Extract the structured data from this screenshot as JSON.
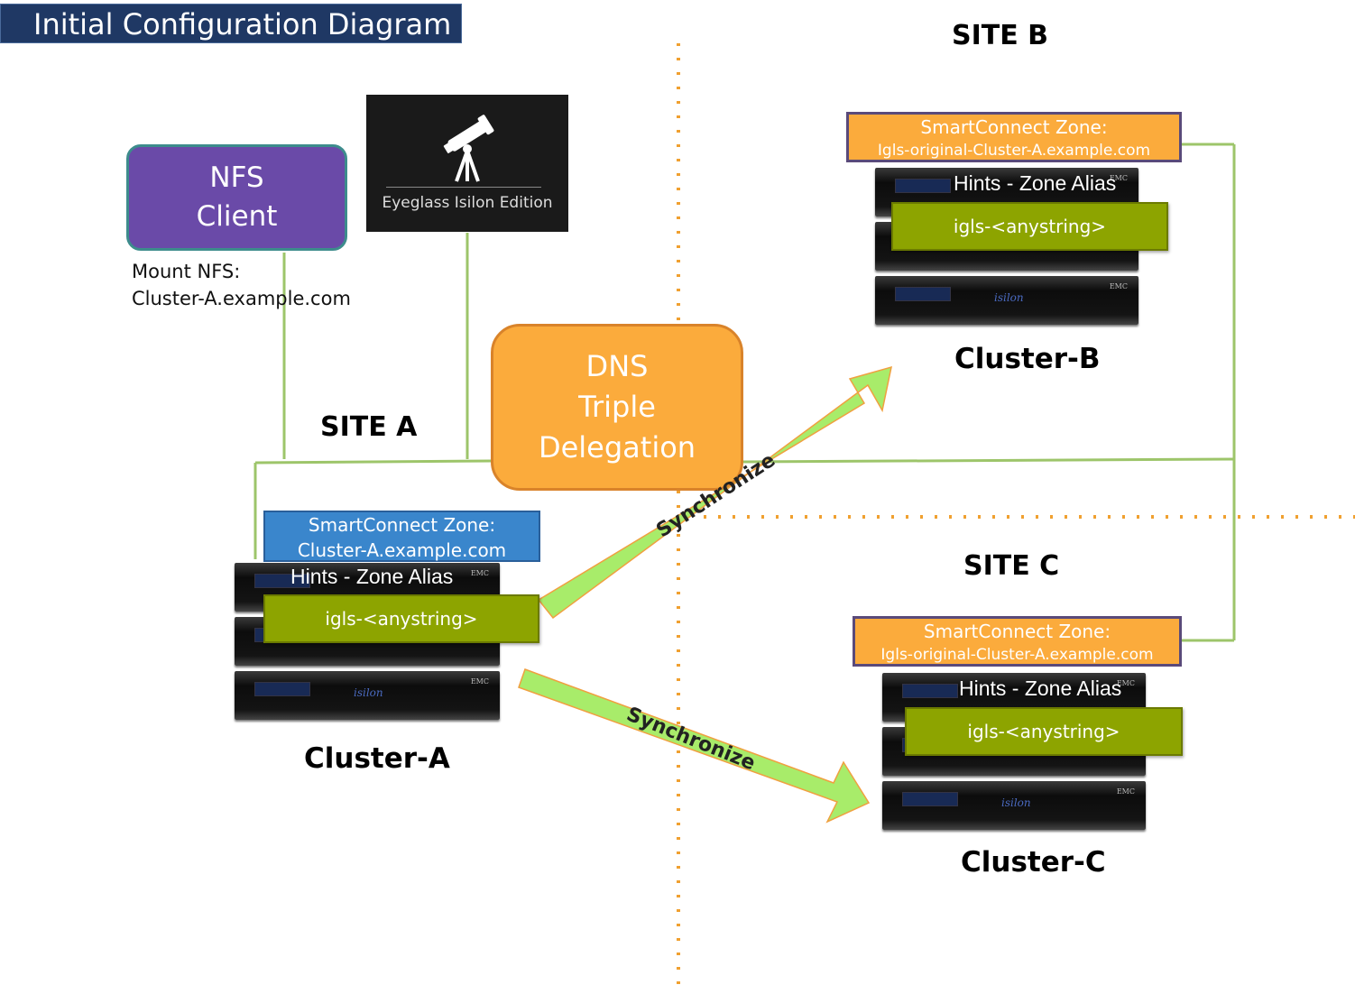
{
  "title": "Initial Configuration Diagram",
  "sites": {
    "a": "SITE A",
    "b": "SITE B",
    "c": "SITE C"
  },
  "nfs_client": {
    "line1": "NFS",
    "line2": "Client",
    "mount_line1": "Mount NFS:",
    "mount_line2": "Cluster-A.example.com"
  },
  "eyeglass": {
    "caption": "Eyeglass Isilon Edition",
    "icon": "telescope-icon"
  },
  "dns": {
    "line1": "DNS",
    "line2": "Triple",
    "line3": "Delegation"
  },
  "cluster_a": {
    "label": "Cluster-A",
    "zone_line1": "SmartConnect Zone:",
    "zone_line2": "Cluster-A.example.com",
    "hints": "Hints - Zone Alias",
    "alias": "igls-<anystring>"
  },
  "cluster_b": {
    "label": "Cluster-B",
    "zone_line1": "SmartConnect Zone:",
    "zone_line2": "Igls-original-Cluster-A.example.com",
    "hints": "Hints - Zone Alias",
    "alias": "igls-<anystring>"
  },
  "cluster_c": {
    "label": "Cluster-C",
    "zone_line1": "SmartConnect Zone:",
    "zone_line2": "Igls-original-Cluster-A.example.com",
    "hints": "Hints - Zone Alias",
    "alias": "igls-<anystring>"
  },
  "arrows": {
    "to_b": "Synchronize",
    "to_c": "Synchronize"
  },
  "colors": {
    "title_bg": "#1f3864",
    "nfs_bg": "#6a4aa8",
    "dns_bg": "#fbab3c",
    "zone_blue": "#3a86cc",
    "zone_orange": "#fbab3c",
    "alias_green": "#8da400",
    "arrow_green": "#a8ec6a",
    "connector_green": "#9dc56a",
    "divider_orange": "#f0a030"
  }
}
